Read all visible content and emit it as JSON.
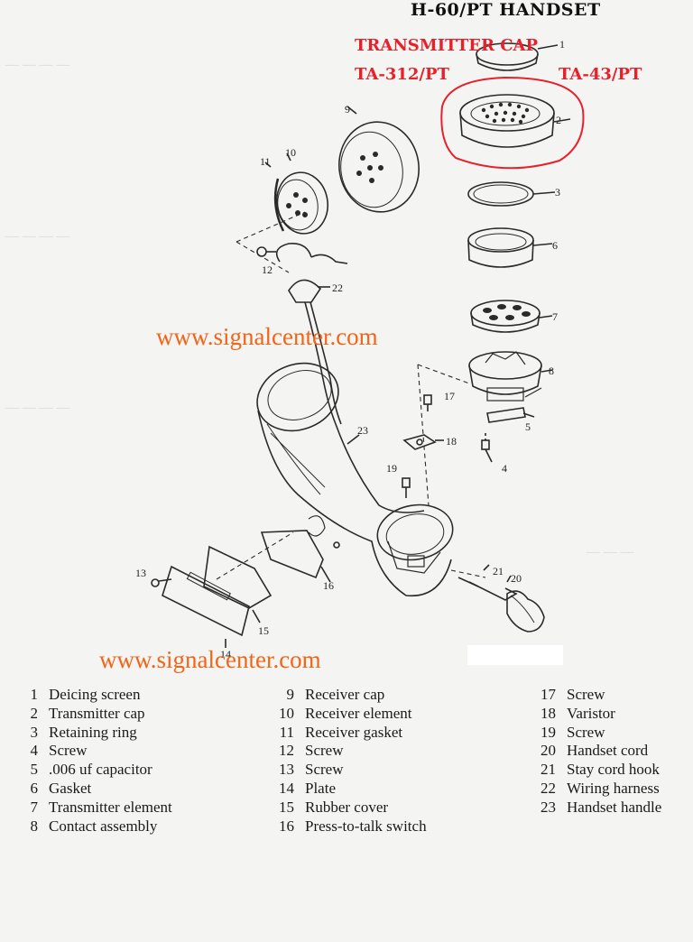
{
  "title": "H-60/PT HANDSET",
  "annotations": {
    "transmitter_cap": "TRANSMITTER CAP",
    "ta312": "TA-312/PT",
    "ta43": "TA-43/PT",
    "annotation_color": "#e8202a"
  },
  "watermark": {
    "text": "www.signalcenter.com",
    "color": "#f26418"
  },
  "callouts": [
    "1",
    "2",
    "3",
    "4",
    "5",
    "6",
    "7",
    "8",
    "9",
    "10",
    "11",
    "12",
    "13",
    "14",
    "15",
    "16",
    "17",
    "18",
    "19",
    "20",
    "21",
    "22",
    "23"
  ],
  "legend": {
    "col1": [
      {
        "num": "1",
        "label": "Deicing screen"
      },
      {
        "num": "2",
        "label": "Transmitter cap"
      },
      {
        "num": "3",
        "label": "Retaining ring"
      },
      {
        "num": "4",
        "label": "Screw"
      },
      {
        "num": "5",
        "label": ".006 uf capacitor"
      },
      {
        "num": "6",
        "label": "Gasket"
      },
      {
        "num": "7",
        "label": "Transmitter element"
      },
      {
        "num": "8",
        "label": "Contact assembly"
      }
    ],
    "col2": [
      {
        "num": "9",
        "label": "Receiver cap"
      },
      {
        "num": "10",
        "label": "Receiver element"
      },
      {
        "num": "11",
        "label": "Receiver gasket"
      },
      {
        "num": "12",
        "label": "Screw"
      },
      {
        "num": "13",
        "label": "Screw"
      },
      {
        "num": "14",
        "label": "Plate"
      },
      {
        "num": "15",
        "label": "Rubber cover"
      },
      {
        "num": "16",
        "label": "Press-to-talk switch"
      }
    ],
    "col3": [
      {
        "num": "17",
        "label": "Screw"
      },
      {
        "num": "18",
        "label": "Varistor"
      },
      {
        "num": "19",
        "label": "Screw"
      },
      {
        "num": "20",
        "label": "Handset cord"
      },
      {
        "num": "21",
        "label": "Stay cord hook"
      },
      {
        "num": "22",
        "label": "Wiring harness"
      },
      {
        "num": "23",
        "label": "Handset handle"
      }
    ]
  }
}
